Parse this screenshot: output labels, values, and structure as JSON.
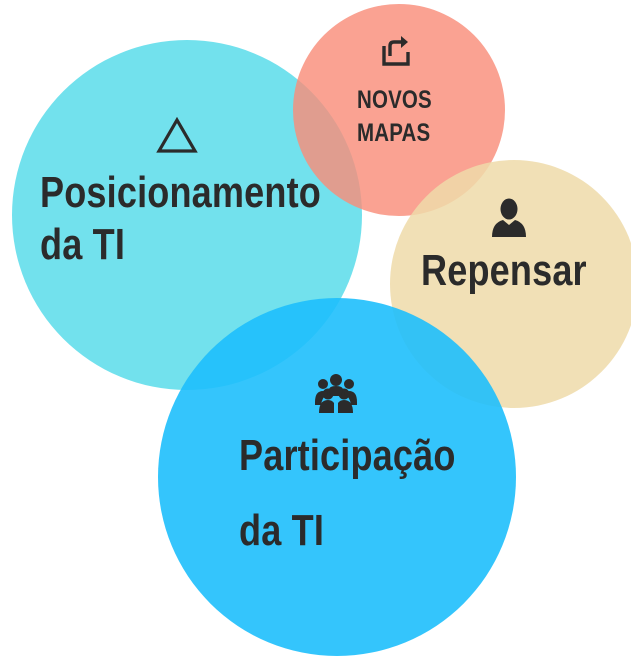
{
  "circles": {
    "posicionamento": {
      "line1": "Posicionamento",
      "line2": "da TI",
      "icon": "triangle-icon",
      "color": "#5FDDEB"
    },
    "novos_mapas": {
      "line1": "NOVOS",
      "line2": "MAPAS",
      "icon": "share-icon",
      "color": "#F98E7A"
    },
    "repensar": {
      "label": "Repensar",
      "icon": "user-icon",
      "color": "#EFDBA9"
    },
    "participacao": {
      "line1": "Participação",
      "line2": "da TI",
      "icon": "team-icon",
      "color": "#1EBFFC"
    }
  },
  "text_color": "#2B2B2B"
}
